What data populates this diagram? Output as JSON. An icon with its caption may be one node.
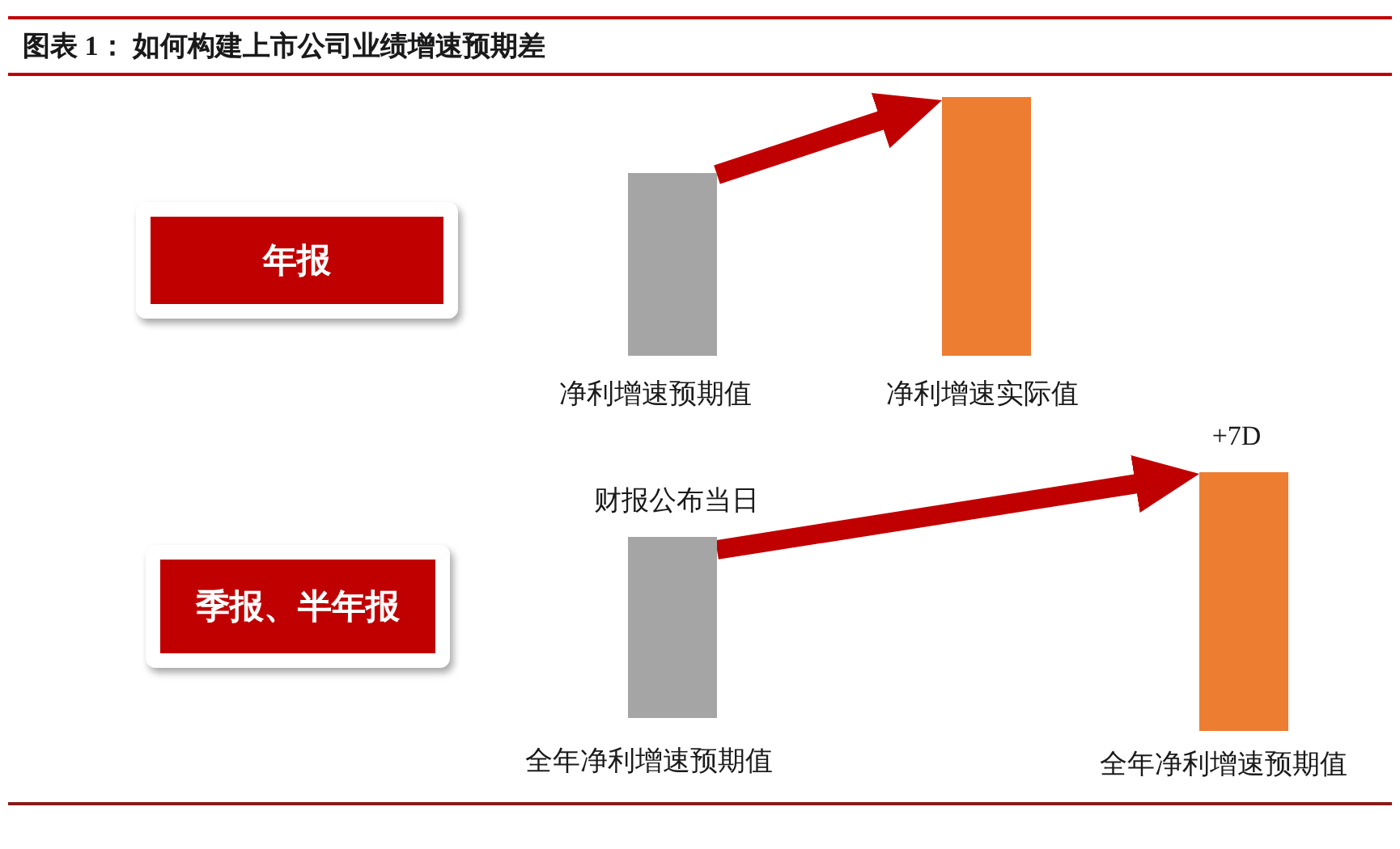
{
  "diagram": {
    "title": "图表 1： 如何构建上市公司业绩增速预期差",
    "nodes": [
      {
        "text": [
          "年报"
        ]
      },
      {
        "text": [],
        "shape": "bar",
        "beside": [
          "净利增速预期值"
        ]
      },
      {
        "text": [],
        "shape": "bar",
        "beside": [
          "净利增速实际值"
        ]
      },
      {
        "text": [
          "季报、半年报"
        ]
      },
      {
        "text": [],
        "shape": "bar",
        "beside": [
          "财报公布当日",
          "全年净利增速预期值"
        ]
      },
      {
        "text": [],
        "shape": "bar",
        "beside": [
          "+7D",
          "全年净利增速预期值"
        ]
      }
    ],
    "edges": [
      {
        "from": 1,
        "to": 2,
        "arrow": "to"
      },
      {
        "from": 4,
        "to": 5,
        "arrow": "to"
      }
    ]
  }
}
